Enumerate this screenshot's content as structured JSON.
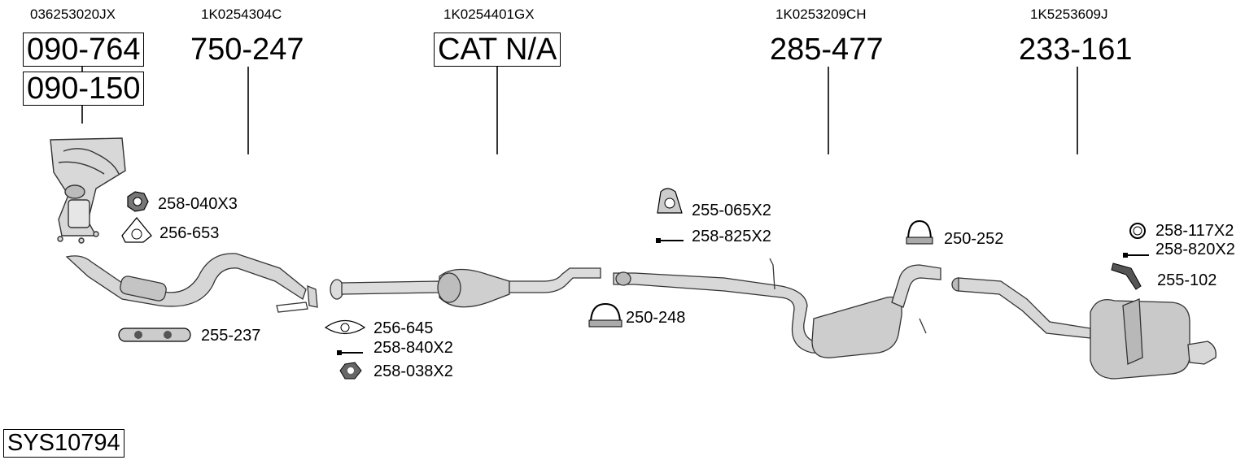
{
  "parts": [
    {
      "oem": "036253020JX",
      "codes": [
        "090-764",
        "090-150"
      ]
    },
    {
      "oem": "1K0254304C",
      "codes": [
        "750-247"
      ]
    },
    {
      "oem": "1K0254401GX",
      "codes": [
        "CAT N/A"
      ]
    },
    {
      "oem": "1K0253209CH",
      "codes": [
        "285-477"
      ]
    },
    {
      "oem": "1K5253609J",
      "codes": [
        "233-161"
      ]
    }
  ],
  "accessories": [
    "258-040X3",
    "256-653",
    "255-237",
    "256-645",
    "258-840X2",
    "258-038X2",
    "250-248",
    "255-065X2",
    "258-825X2",
    "250-252",
    "258-117X2",
    "258-820X2",
    "255-102"
  ],
  "system_code": "SYS10794"
}
